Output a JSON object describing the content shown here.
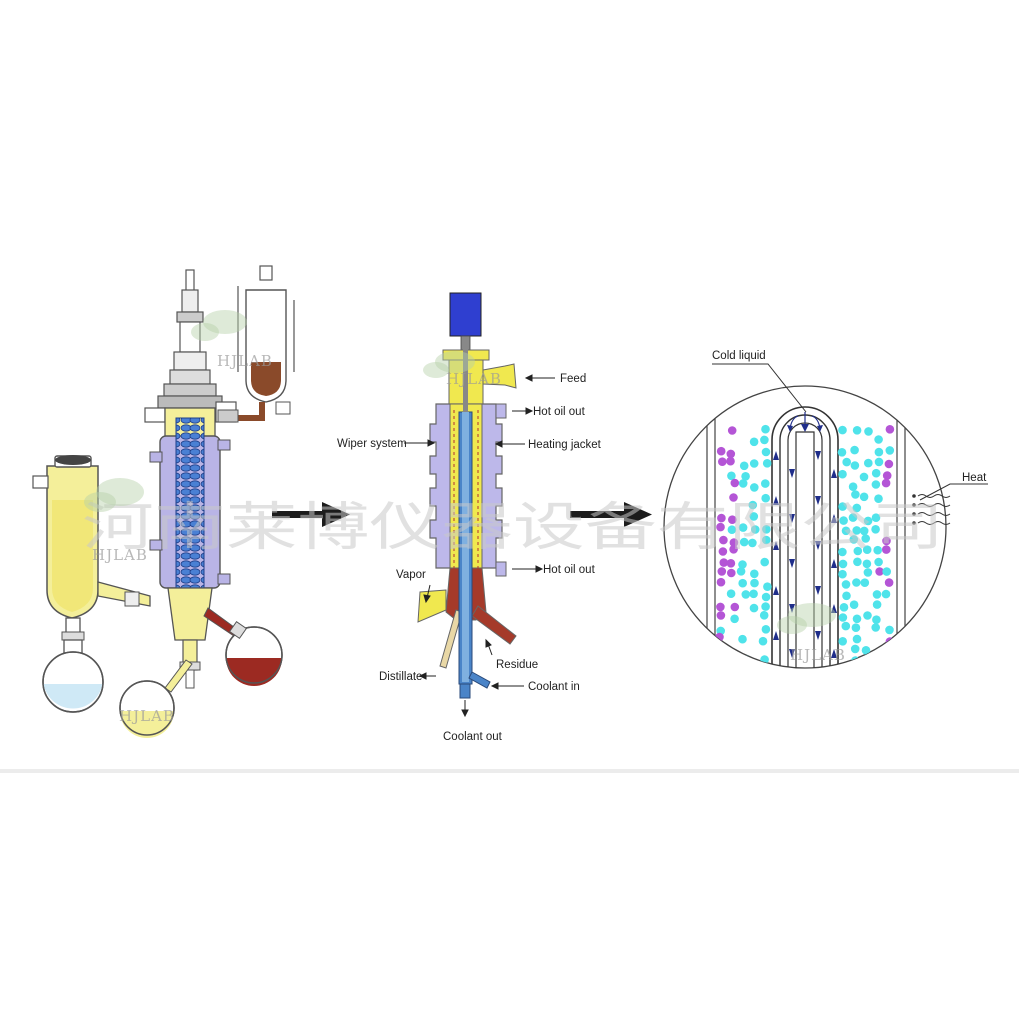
{
  "labels": {
    "feed": "Feed",
    "hot_oil_out_top": "Hot oil out",
    "heating_jacket": "Heating jacket",
    "wiper_system": "Wiper system",
    "hot_oil_out_bottom": "Hot oil out",
    "vapor": "Vapor",
    "residue": "Residue",
    "distillate": "Distillate",
    "coolant_in": "Coolant in",
    "coolant_out": "Coolant out",
    "cold_liquid": "Cold liquid",
    "heat": "Heat"
  },
  "watermark": {
    "company": "河南莱博仪器设备有限公司",
    "brand": "HJLAB"
  },
  "colors": {
    "yellow": "#f3ee7a",
    "lavender": "#b9b4e6",
    "blue_coil": "#3f74c8",
    "red_residue": "#9c2a22",
    "brown": "#8a4a2a",
    "motor_blue": "#2f3fd0",
    "cyan_particle": "#4fe3ea",
    "purple_particle": "#b455d6",
    "light_blue_liquid": "#cfe9f6"
  }
}
